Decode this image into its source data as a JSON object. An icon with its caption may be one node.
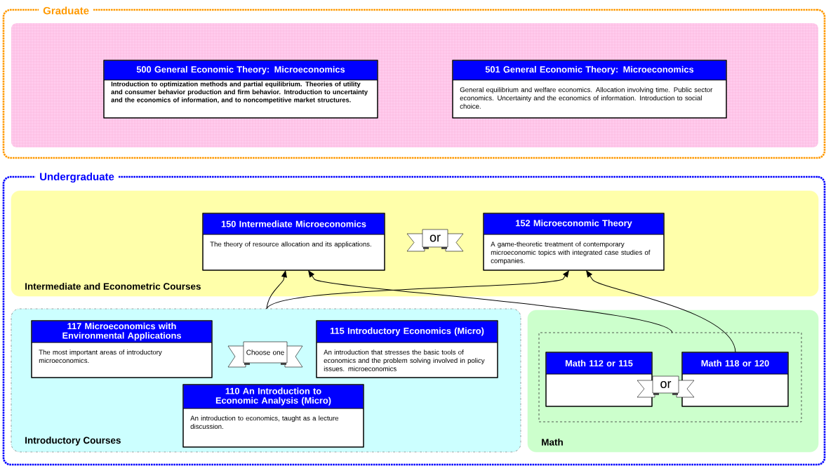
{
  "diagram": {
    "nodes": [
      {
        "text": [
          "Graduate"
        ]
      },
      {
        "text": [
          "500 General Economic Theory: Microeconomics",
          "Introduction to optimization methods and partial equilibrium. Theories of utility and consumer behavior production and firm behavior. Introduction to uncertainty and the economics of information, and to noncompetitive market structures."
        ],
        "in": 0
      },
      {
        "text": [
          "501 General Economic Theory: Microeconomics",
          "General equilibrium and welfare economics. Allocation involving time. Public sector economics. Uncertainty and the economics of information. Introduction to social choice."
        ],
        "in": 0
      },
      {
        "text": [
          "Undergraduate"
        ]
      },
      {
        "text": [
          "Intermediate and Econometric Courses"
        ],
        "in": 3
      },
      {
        "text": [
          "150 Intermediate Microeconomics",
          "The theory of resource allocation and its applications."
        ],
        "in": 4
      },
      {
        "text": [
          "or"
        ],
        "in": 4
      },
      {
        "text": [
          "152 Microeconomic Theory",
          "A game-theoretic treatment of contemporary microeconomic topics with integrated case studies of companies."
        ],
        "in": 4
      },
      {
        "text": [
          "Introductory Courses"
        ],
        "in": 3
      },
      {
        "text": [
          "117 Microeconomics with Environmental Applications",
          "The most important areas of introductory microeconomics."
        ],
        "in": 8
      },
      {
        "text": [
          "Choose one"
        ],
        "in": 8
      },
      {
        "text": [
          "115 Introductory Economics (Micro)",
          "An introduction that stresses the basic tools of economics and the problem solving involved in policy issues. microeconomics"
        ],
        "in": 8
      },
      {
        "text": [
          "110 An Introduction to Economic Analysis (Micro)",
          "An introduction to economics, taught as a lecture discussion."
        ],
        "in": 8
      },
      {
        "text": [
          "Math"
        ],
        "in": 3
      },
      {
        "text": [],
        "shape": "box",
        "in": 13
      },
      {
        "text": [
          "Math 112 or 115"
        ],
        "in": 14
      },
      {
        "text": [
          "or"
        ],
        "in": 14
      },
      {
        "text": [
          "Math 118 or 120"
        ],
        "in": 14
      }
    ],
    "edges": [
      {
        "from": 8,
        "to": 5,
        "arrow": "to"
      },
      {
        "from": 8,
        "to": 7,
        "arrow": "to"
      },
      {
        "from": 14,
        "to": 5,
        "arrow": "to"
      },
      {
        "from": 17,
        "to": 7,
        "arrow": "to"
      }
    ]
  }
}
